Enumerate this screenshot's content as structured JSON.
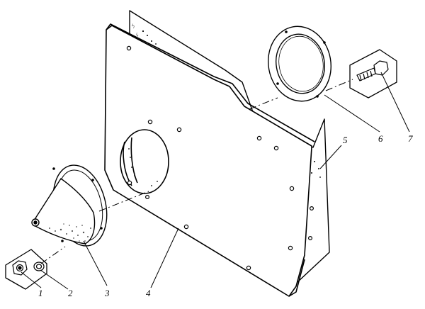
{
  "callouts": {
    "c1": "1",
    "c2": "2",
    "c3": "3",
    "c4": "4",
    "c5": "5",
    "c6": "6",
    "c7": "7"
  },
  "colors": {
    "line": "#000000",
    "paper": "#ffffff",
    "texture": "#555555"
  }
}
